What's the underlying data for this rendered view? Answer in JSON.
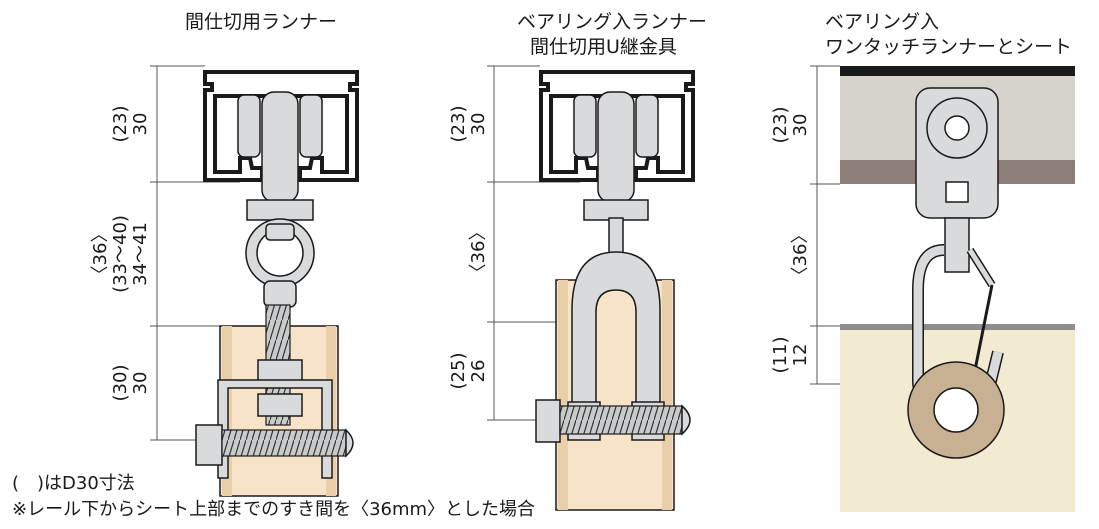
{
  "titles": {
    "d1": "間仕切用ランナー",
    "d2_line1": "ベアリング入ランナー",
    "d2_line2": "間仕切用U継金具",
    "d3_line1": "ベアリング入",
    "d3_line2": "ワンタッチランナーとシート"
  },
  "dims": {
    "d1_rail_a": "(23)",
    "d1_rail_b": "30",
    "d1_mid_a": "〈36〉",
    "d1_mid_b": "(33～40)",
    "d1_mid_c": "34～41",
    "d1_low_a": "(30)",
    "d1_low_b": "30",
    "d2_rail_a": "(23)",
    "d2_rail_b": "30",
    "d2_mid_a": "〈36〉",
    "d2_low_a": "(25)",
    "d2_low_b": "26",
    "d3_rail_a": "(23)",
    "d3_rail_b": "30",
    "d3_mid_a": "〈36〉",
    "d3_low_a": "(11)",
    "d3_low_b": "12"
  },
  "notes": {
    "line1": "(　)はD30寸法",
    "line2": "※レール下からシート上部までのすき間を〈36mm〉とした場合"
  },
  "colors": {
    "rail": "#1a1a1a",
    "metal": "#d9dadb",
    "wood": "#f6e3c8",
    "ceiling": "#d6d2cc",
    "sheet": "#f3ead2",
    "grommet": "#c8b093"
  }
}
